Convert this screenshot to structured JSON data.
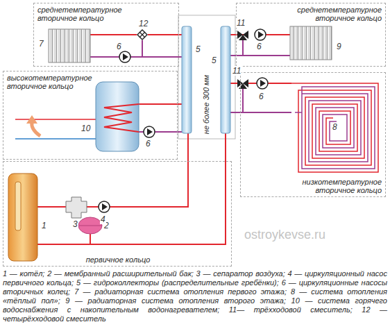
{
  "diagram": {
    "caption": "1 — котёл; 2 — мембранный расширительный бак; 3 — сепаратор воздуха; 4 — циркуляционный насос первичного кольца; 5 — гидроколлекторы (распределительные гребёнки); 6 — циркуляционные насосы вторичных колец; 7 — радиаторная система отопления первого этажа; 8 — система отопления «тёплый пол»; 9 — радиаторная система отопления второго этажа; 10 — система горячего водоснабжения с накопительным водонагревателем; 11— трёхходовой смеситель; 12 — четырёхходовой смеситель",
    "nodes": [
      {
        "text": [
          "среднетемпературное вторичное кольцо"
        ]
      },
      {
        "text": [
          "среднетемпературное вторичное кольцо"
        ]
      },
      {
        "text": [
          "высокотемпературное вторичное кольцо"
        ]
      },
      {
        "text": [
          "низкотемпературное вторичное кольцо"
        ]
      },
      {
        "text": [
          "первичное кольцо"
        ]
      }
    ],
    "labels": [
      "1",
      "2",
      "3",
      "4",
      "5",
      "5",
      "6",
      "6",
      "6",
      "6",
      "7",
      "8",
      "9",
      "10",
      "11",
      "11",
      "12",
      "не более 300 мм",
      "ostroykevse.ru"
    ]
  }
}
